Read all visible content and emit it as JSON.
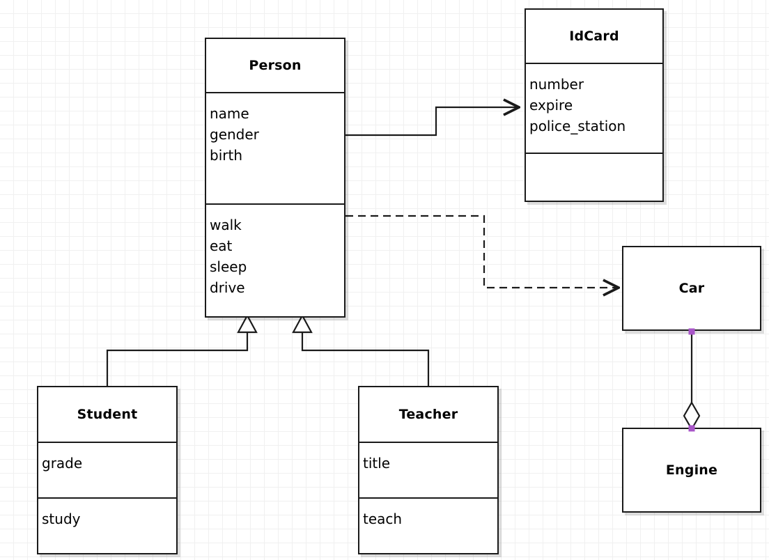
{
  "diagram": {
    "type": "uml-class-diagram",
    "background": "#ffffff",
    "grid_color": "#f0f0f0",
    "grid_size": 20,
    "line_color": "#1a1a1a",
    "handle_color": "#a855c8"
  },
  "classes": [
    {
      "id": "person",
      "name": "Person",
      "attributes": [
        "name",
        "gender",
        "birth"
      ],
      "methods": [
        "walk",
        "eat",
        "sleep",
        "drive"
      ]
    },
    {
      "id": "idcard",
      "name": "IdCard",
      "attributes": [
        "number",
        "expire",
        "police_station"
      ],
      "methods": []
    },
    {
      "id": "student",
      "name": "Student",
      "attributes": [
        "grade"
      ],
      "methods": [
        "study"
      ]
    },
    {
      "id": "teacher",
      "name": "Teacher",
      "attributes": [
        "title"
      ],
      "methods": [
        "teach"
      ]
    },
    {
      "id": "car",
      "name": "Car",
      "attributes": [],
      "methods": []
    },
    {
      "id": "engine",
      "name": "Engine",
      "attributes": [],
      "methods": []
    }
  ],
  "relationships": [
    {
      "id": "person-idcard",
      "kind": "association",
      "from": "Person",
      "to": "IdCard",
      "style": "solid",
      "arrow": "open"
    },
    {
      "id": "person-car",
      "kind": "dependency",
      "from": "Person",
      "to": "Car",
      "style": "dashed",
      "arrow": "open"
    },
    {
      "id": "student-person",
      "kind": "generalization",
      "from": "Student",
      "to": "Person",
      "style": "solid",
      "arrow": "hollow-triangle"
    },
    {
      "id": "teacher-person",
      "kind": "generalization",
      "from": "Teacher",
      "to": "Person",
      "style": "solid",
      "arrow": "hollow-triangle"
    },
    {
      "id": "car-engine",
      "kind": "aggregation",
      "from": "Car",
      "to": "Engine",
      "style": "solid",
      "arrow": "hollow-diamond"
    }
  ]
}
